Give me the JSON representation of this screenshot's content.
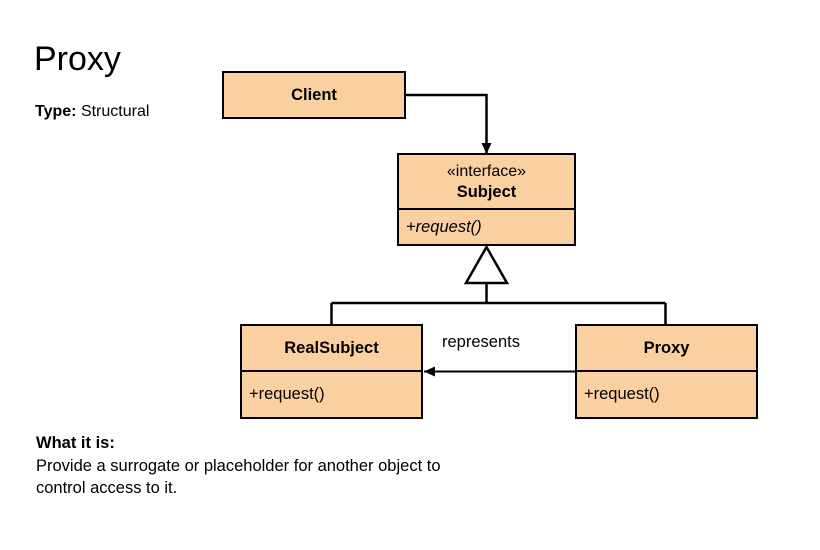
{
  "header": {
    "title": "Proxy",
    "type_label": "Type:",
    "type_value": "Structural"
  },
  "description": {
    "heading": "What it is:",
    "body": "Provide a surrogate or placeholder for another object to control access to it."
  },
  "diagram": {
    "type": "uml-class-diagram",
    "fill_color": "#fad0a0",
    "stroke_color": "#000000",
    "background_color": "#ffffff",
    "classes": [
      {
        "id": "client",
        "name": "Client",
        "stereotype": "",
        "members": []
      },
      {
        "id": "subject",
        "name": "Subject",
        "stereotype": "«interface»",
        "members": [
          "+request()"
        ]
      },
      {
        "id": "realsubject",
        "name": "RealSubject",
        "stereotype": "",
        "members": [
          "+request()"
        ]
      },
      {
        "id": "proxy",
        "name": "Proxy",
        "stereotype": "",
        "members": [
          "+request()"
        ]
      }
    ],
    "relationships": [
      {
        "id": "client-subject",
        "from": "client",
        "to": "subject",
        "kind": "association-directed",
        "label": ""
      },
      {
        "id": "realsubject-subject",
        "from": "realsubject",
        "to": "subject",
        "kind": "generalization",
        "label": ""
      },
      {
        "id": "proxy-subject",
        "from": "proxy",
        "to": "subject",
        "kind": "generalization",
        "label": ""
      },
      {
        "id": "proxy-realsubject",
        "from": "proxy",
        "to": "realsubject",
        "kind": "association-directed",
        "label": "represents"
      }
    ]
  }
}
